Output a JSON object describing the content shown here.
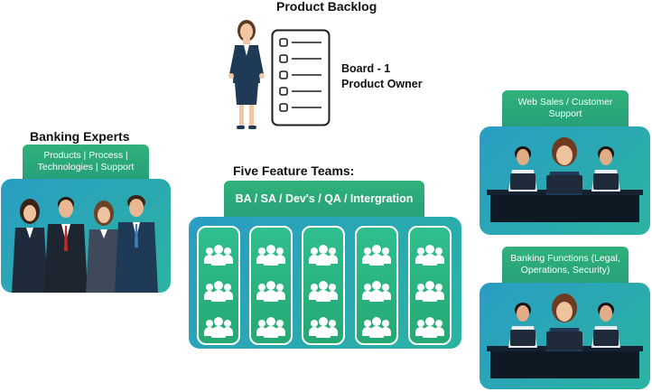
{
  "backlog": {
    "title": "Product Backlog",
    "owner_line1": "Board - 1",
    "owner_line2": "Product Owner"
  },
  "banking_experts": {
    "title": "Banking Experts",
    "tab_line1": "Products | Process |",
    "tab_line2": "Technologies | Support"
  },
  "feature_teams": {
    "title": "Five Feature Teams:",
    "tab": "BA / SA / Dev's / QA / Intergration"
  },
  "web_sales": {
    "tab_line1": "Web Sales / Customer",
    "tab_line2": "Support"
  },
  "banking_functions": {
    "tab_line1": "Banking Functions (Legal,",
    "tab_line2": "Operations, Security)"
  },
  "colors": {
    "green": "#2fb27a",
    "teal": "#2a9dc4",
    "navy": "#1f3a57"
  }
}
